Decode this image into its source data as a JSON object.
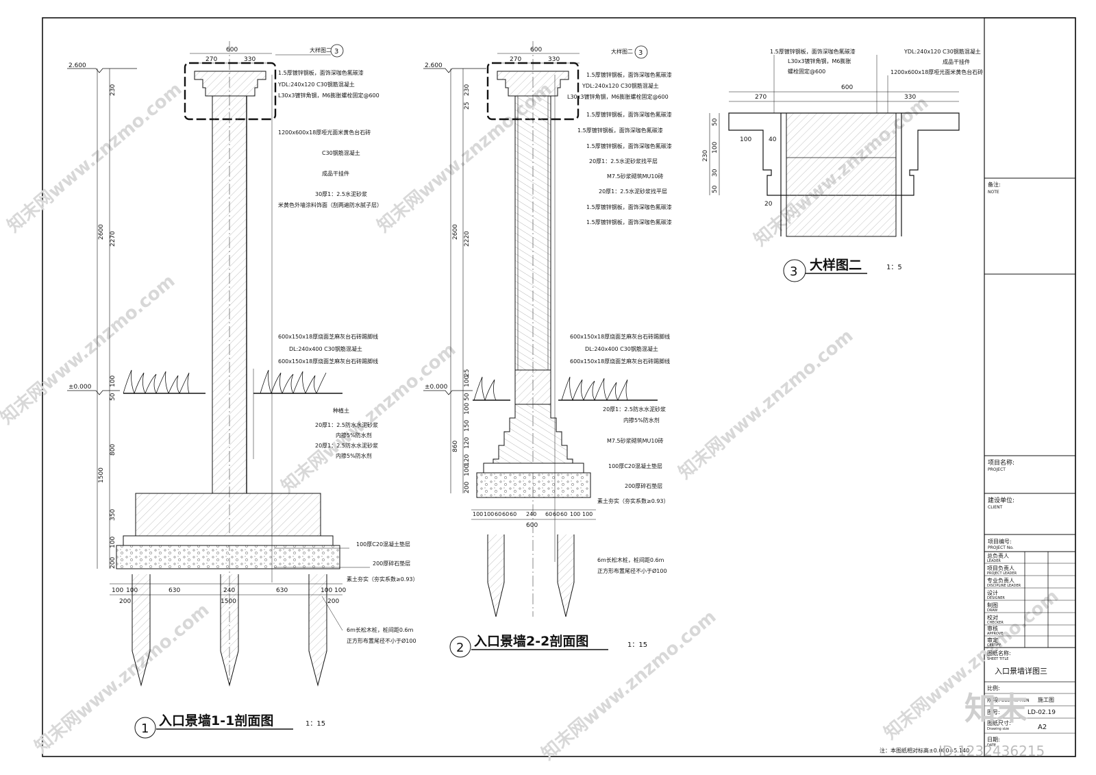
{
  "sheet": {
    "title_block": {
      "note_label": "备注:",
      "note_label_en": "NOTE",
      "project_label": "项目名称:",
      "project_label_en": "PROJECT",
      "client_label": "建设单位:",
      "client_label_en": "CLIENT",
      "project_no_label": "项目编号:",
      "project_no_label_en": "PROJECT No.",
      "roles": [
        {
          "cn": "总负责人",
          "en": "LEADER"
        },
        {
          "cn": "项目负责人",
          "en": "PROJECT LEADER"
        },
        {
          "cn": "专业负责人",
          "en": "DISCIPLINE LEADER"
        },
        {
          "cn": "设计",
          "en": "DESIGNER"
        },
        {
          "cn": "制图",
          "en": "DRAW"
        },
        {
          "cn": "校对",
          "en": "CHECKER"
        },
        {
          "cn": "审核",
          "en": "APPROVE"
        },
        {
          "cn": "审定",
          "en": "CERTIFY"
        }
      ],
      "sheet_title_label": "图纸名称:",
      "sheet_title_label_en": "SHEET TITLE",
      "sheet_title": "入口景墙详图三",
      "scale_label": "比例:",
      "phase_label": "阶段:",
      "phase_label_en": "DESCRIPTION",
      "phase_value": "施工图",
      "drawing_no_label": "图号:",
      "drawing_no_value": "LD-02.19",
      "size_label": "图纸尺寸:",
      "size_label_en": "Drawing size",
      "size_value": "A2",
      "date_label": "日期:",
      "date_label_en": "DATE"
    },
    "footnote": "注：本图纸相对标高±0.000=5.140",
    "watermark": "知末网www.znzmo.com",
    "brand": "知末",
    "image_id": "ID:1232436215"
  },
  "section1": {
    "title": "入口景墙1-1剖面图",
    "scale": "1：15",
    "badge": "1",
    "elev_top": "2.600",
    "elev_zero": "±0.000",
    "top_dims": {
      "total": "600",
      "left": "270",
      "right": "330"
    },
    "detail_ref": {
      "text": "大样图二",
      "badge": "3"
    },
    "vertical_dims": [
      "230",
      "2270",
      "100",
      "50",
      "800",
      "350",
      "100",
      "200"
    ],
    "vertical_dims_outer": [
      "2600",
      "1500"
    ],
    "bottom_dims_row1": [
      "100",
      "100",
      "630",
      "240",
      "630",
      "100",
      "100"
    ],
    "bottom_dims_row2": [
      "200",
      "1500",
      "200"
    ],
    "callouts": [
      "1.5厚镀锌钢板，面饰深咖色氟碳漆",
      "YDL:240x120 C30钢筋混凝土",
      "L30x3镀锌角钢，M6膨胀螺栓固定@600",
      "1200x600x18厚哑光面米黄色台石砖",
      "C30钢筋混凝土",
      "成品干挂件",
      "30厚1：2.5水泥砂浆",
      "米黄色外墙涂料饰面（刮两遍防水腻子层）",
      "600x150x18厚烧面芝麻灰台石砖踢脚线",
      "DL:240x400 C30钢筋混凝土",
      "600x150x18厚烧面芝麻灰台石砖踢脚线",
      "种植土",
      "20厚1：2.5防水水泥砂浆",
      "内掺5%防水剂",
      "20厚1：2.5防水水泥砂浆",
      "内掺5%防水剂",
      "100厚C20混凝土垫层",
      "200厚碎石垫层",
      "素土夯实（夯实系数≥0.93）",
      "6m长松木桩，桩间距0.6m",
      "正方形布置尾径不小于Ø100"
    ]
  },
  "section2": {
    "title": "入口景墙2-2剖面图",
    "scale": "1：15",
    "badge": "2",
    "elev_top": "2.600",
    "elev_zero": "±0.000",
    "top_dims": {
      "total": "600",
      "left": "270",
      "right": "330"
    },
    "detail_ref": {
      "text": "大样图二",
      "badge": "3"
    },
    "vertical_dims": [
      "230",
      "25",
      "2220",
      "100",
      "25",
      "50",
      "100",
      "150",
      "120",
      "120",
      "100",
      "200"
    ],
    "vertical_dims_outer": [
      "2600",
      "860"
    ],
    "bottom_dims_row1": [
      "100",
      "100",
      "60",
      "60",
      "60",
      "240",
      "60",
      "60",
      "60",
      "100",
      "100"
    ],
    "bottom_dims_row2": [
      "600"
    ],
    "callouts": [
      "1.5厚镀锌钢板，面饰深咖色氟碳漆",
      "YDL:240x120 C30钢筋混凝土",
      "L30x3镀锌角钢，M6膨胀螺栓固定@600",
      "1.5厚镀锌钢板，面饰深咖色氟碳漆",
      "1.5厚镀锌钢板，面饰深咖色氟碳漆",
      "1.5厚镀锌钢板，面饰深咖色氟碳漆",
      "20厚1：2.5水泥砂浆找平层",
      "M7.5砂浆砌筑MU10砖",
      "20厚1：2.5水泥砂浆找平层",
      "1.5厚镀锌钢板，面饰深咖色氟碳漆",
      "1.5厚镀锌钢板，面饰深咖色氟碳漆",
      "600x150x18厚烧面芝麻灰台石砖踢脚线",
      "DL:240x400 C30钢筋混凝土",
      "600x150x18厚烧面芝麻灰台石砖踢脚线",
      "20厚1：2.5防水水泥砂浆",
      "内掺5%防水剂",
      "M7.5砂浆砌筑MU10砖",
      "100厚C20混凝土垫层",
      "200厚碎石垫层",
      "素土夯实（夯实系数≥0.93）",
      "6m长松木桩，桩间距0.6m",
      "正方形布置尾径不小于Ø100"
    ]
  },
  "detail3": {
    "title": "大样图二",
    "scale": "1：5",
    "badge": "3",
    "callouts_left": [
      "1.5厚镀锌钢板，面饰深咖色氟碳漆",
      "L30x3镀锌角钢，M6膨胀",
      "螺栓固定@600"
    ],
    "callouts_right": [
      "YDL:240x120 C30钢筋混凝土",
      "成品干挂件",
      "1200x600x18厚哑光面米黄色台石砖"
    ],
    "top_dims": {
      "total": "600",
      "left": "270",
      "right": "330"
    },
    "inner_dims": [
      "100",
      "40"
    ],
    "vertical_dims": [
      "50",
      "100",
      "30",
      "50",
      "20"
    ],
    "vertical_outer": "230"
  }
}
